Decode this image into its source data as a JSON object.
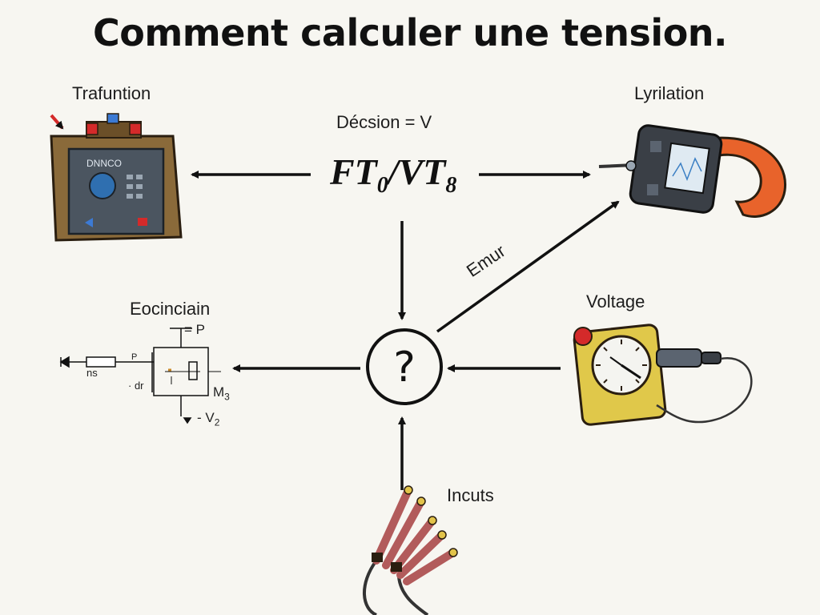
{
  "title": "Comment calculer une tension.",
  "labels": {
    "top_left": "Trafuntion",
    "top_right": "Lyrilation",
    "decision": "Décsion = V",
    "formula_left": "FT",
    "formula_left_sub": "0",
    "formula_sep": "/",
    "formula_right": "VT",
    "formula_right_sub": "8",
    "diagonal": "Emur",
    "mid_left": "Eocinciain",
    "mid_right": "Voltage",
    "bottom": "Incuts",
    "question": "?"
  },
  "schematic": {
    "p": "= P",
    "v2": "- V",
    "v2_sub": "2",
    "ns": "ns",
    "dr": "· dr",
    "m": "M",
    "m_sub": "3",
    "p_small": "P"
  },
  "devices": {
    "left_device_screen": "DNNCO"
  },
  "colors": {
    "ink": "#111111",
    "device_brown": "#8a6a3a",
    "multimeter_orange": "#e8632b",
    "gauge_yellow": "#e0c84a",
    "wire_red": "#b25b5b"
  }
}
